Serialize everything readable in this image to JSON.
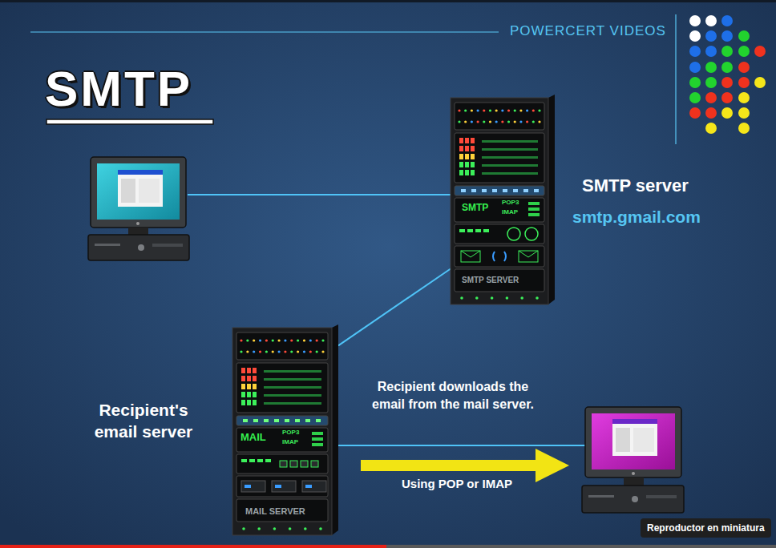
{
  "diagram": {
    "title": "SMTP",
    "nodes": [
      {
        "text": [
          "SMTP",
          "POP3",
          "IMAP",
          "SMTP SERVER",
          "SMTP server",
          "smtp.gmail.com"
        ]
      },
      {
        "text": [
          "Recipient's email server",
          "MAIL",
          "POP3",
          "IMAP",
          "MAIL SERVER"
        ]
      },
      {
        "text": [
          "Reproductor en miniatura"
        ]
      }
    ],
    "edges": [
      {
        "from": 0,
        "to": 1,
        "arrow": "none"
      }
    ],
    "labels": [
      "POWERCERT VIDEOS",
      "Recipient downloads the email from the mail server.",
      "Using POP or IMAP"
    ]
  }
}
